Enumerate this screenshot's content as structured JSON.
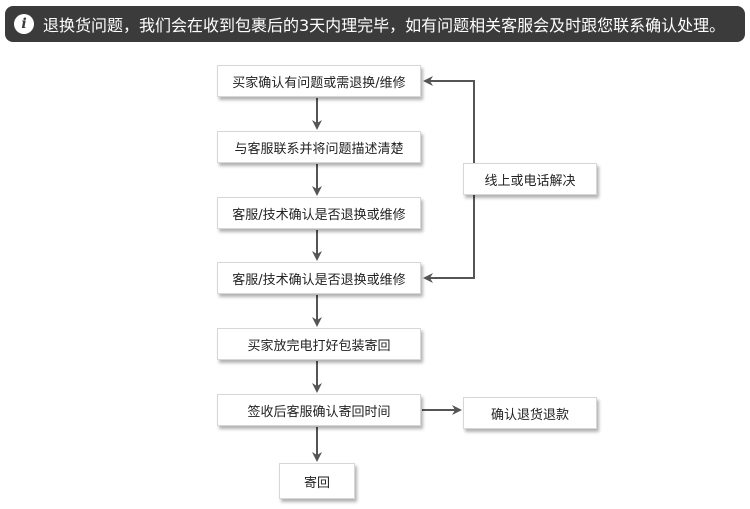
{
  "banner": {
    "icon": "info-icon",
    "icon_glyph": "i",
    "text": "退换货问题，我们会在收到包裹后的3天内理完毕，如有问题相关客服会及时跟您联系确认处理。"
  },
  "flow": {
    "steps": [
      "买家确认有问题或需退换/维修",
      "与客服联系并将问题描述清楚",
      "客服/技术确认是否退换或维修",
      "客服/技术确认是否退换或维修",
      "买家放完电打好包装寄回",
      "签收后客服确认寄回时间",
      "寄回"
    ],
    "side_online": "线上或电话解决",
    "side_refund": "确认退货退款"
  },
  "colors": {
    "banner_bg": "#3b3b3b",
    "arrow": "#555555",
    "box_border": "#d7d7d7"
  }
}
